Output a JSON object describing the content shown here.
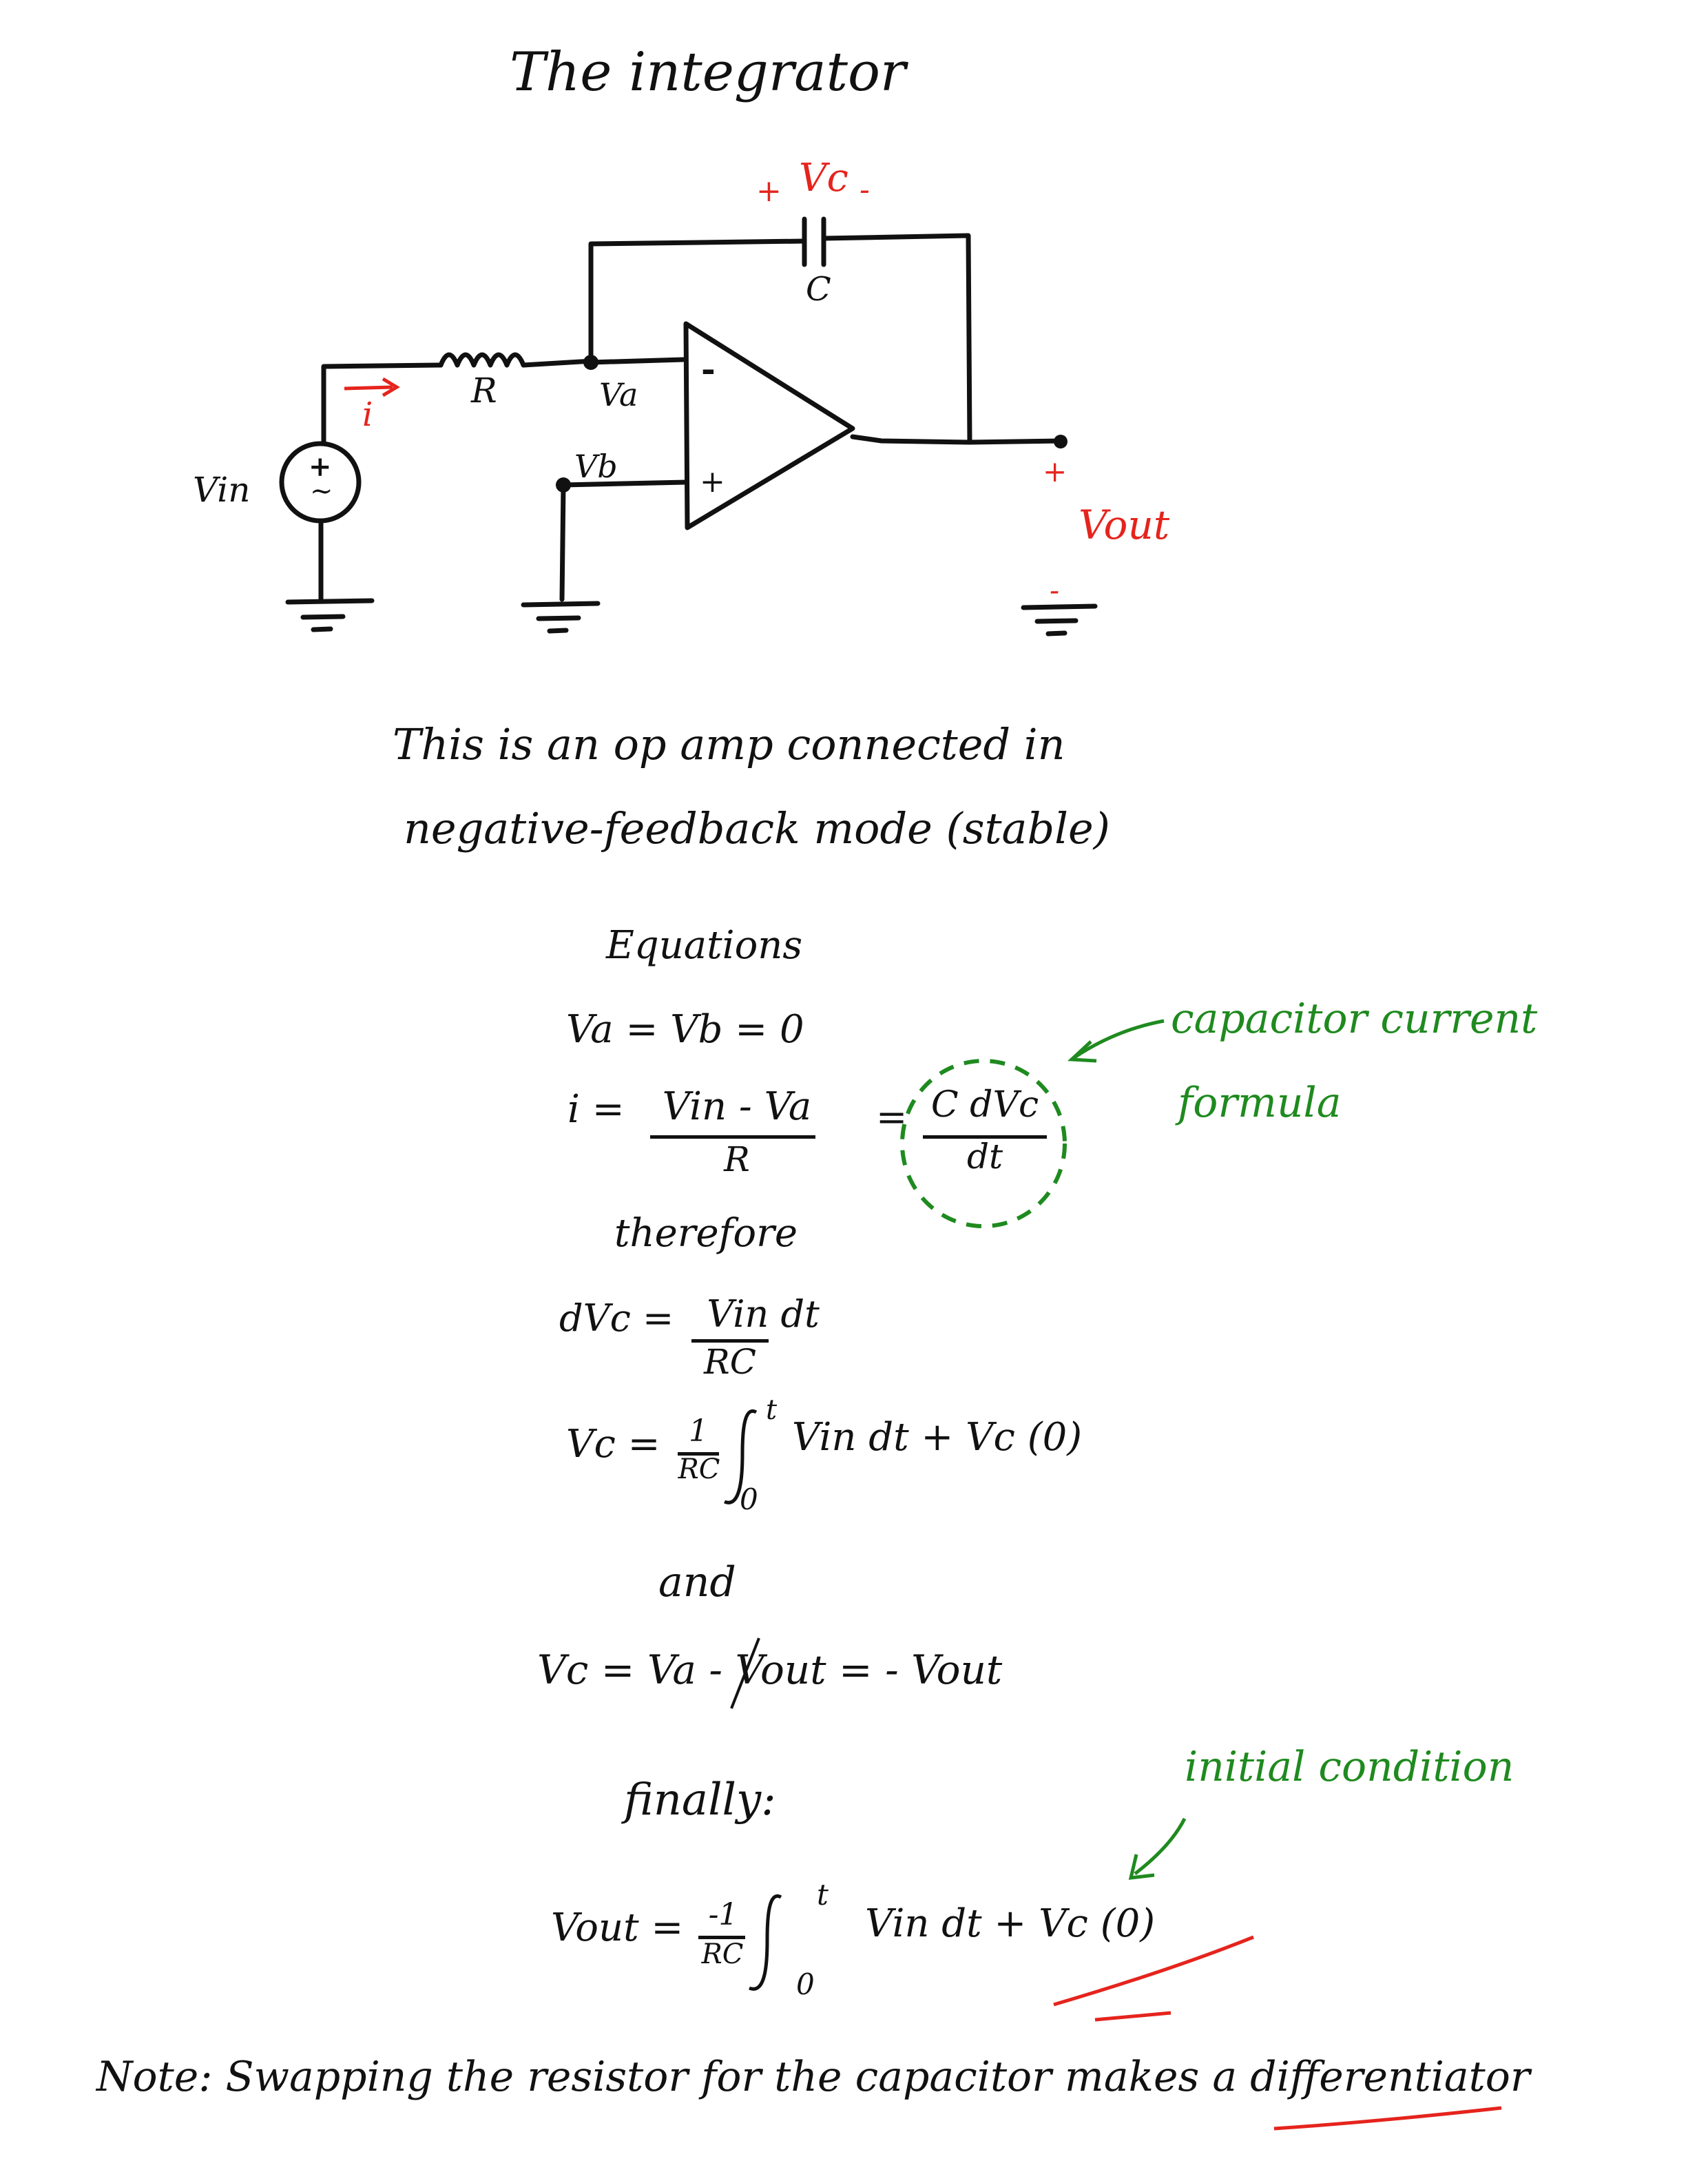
{
  "title": "The integrator",
  "circuit": {
    "vc_plus": "+",
    "vc_label": "Vc",
    "vc_minus": "-",
    "capacitor": "C",
    "resistor": "R",
    "current": "i",
    "node_a": "Va",
    "node_b": "Vb",
    "source": "Vin",
    "src_plus": "+",
    "src_tilde": "~",
    "minus_input": "-",
    "plus_input": "+",
    "vout_plus": "+",
    "vout": "Vout",
    "vout_minus": "-"
  },
  "description": {
    "line1": "This is an op amp connected in",
    "line2": "negative-feedback mode (stable)"
  },
  "equations": {
    "heading": "Equations",
    "eq1": "Va = Vb = 0",
    "eq2_lhs": "i =",
    "eq2_num": "Vin - Va",
    "eq2_den": "R",
    "eq2_eq": "=",
    "eq2_rnum": "C dVc",
    "eq2_rden": "dt",
    "therefore": "therefore",
    "eq3_lhs": "dVc =",
    "eq3_num": "Vin dt",
    "eq3_den": "RC",
    "eq4_lhs": "Vc =",
    "eq4_num": "1",
    "eq4_den": "RC",
    "eq4_upper": "t",
    "eq4_lower": "0",
    "eq4_rest": "Vin dt   + Vc (0)",
    "and": "and",
    "eq5": "Vc = Va - Vout  =  - Vout",
    "finally": "finally:",
    "eq6_lhs": "Vout =",
    "eq6_num": "-1",
    "eq6_den": "RC",
    "eq6_upper": "t",
    "eq6_lower": "0",
    "eq6_rest": "Vin dt   + Vc (0)"
  },
  "annotations": {
    "capacitor_note_1": "capacitor current",
    "capacitor_note_2": "formula",
    "initial_condition": "initial condition"
  },
  "note": "Note: Swapping the resistor for the capacitor makes a differentiator",
  "colors": {
    "ink": "#111111",
    "red": "#e5241d",
    "green": "#1f8a1f"
  }
}
